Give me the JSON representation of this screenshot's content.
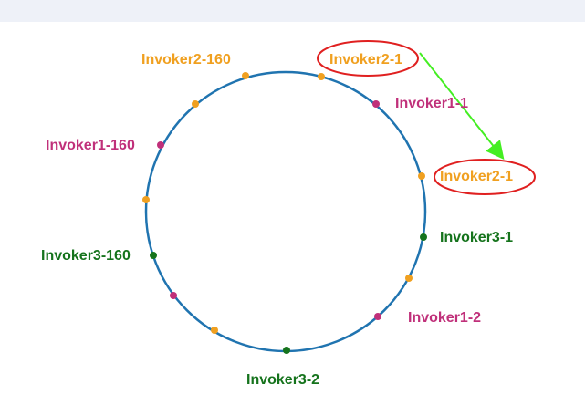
{
  "colors": {
    "ring": "#2074b0",
    "invoker1": "#c0307a",
    "invoker2": "#f0a020",
    "invoker3": "#15731c",
    "highlight": "#e02020",
    "arrow": "#44ee22",
    "top_band": "#eef1f8"
  },
  "labels": {
    "invoker2_160": "Invoker2-160",
    "invoker2_1_top": "Invoker2-1",
    "invoker1_1": "Invoker1-1",
    "invoker1_160": "Invoker1-160",
    "invoker2_1_moved": "Invoker2-1",
    "invoker3_1": "Invoker3-1",
    "invoker3_160": "Invoker3-160",
    "invoker1_2": "Invoker1-2",
    "invoker3_2": "Invoker3-2"
  }
}
